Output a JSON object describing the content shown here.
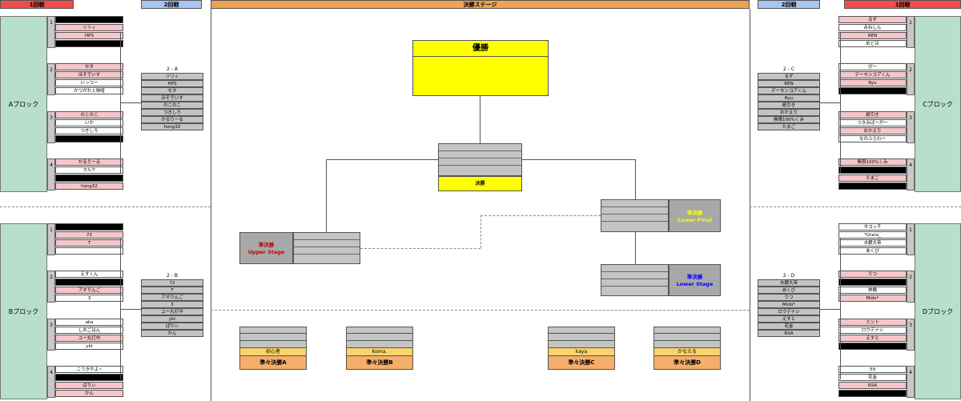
{
  "headers": {
    "left_r1": "1回戦",
    "left_r2": "2回戦",
    "final_stage": "決勝ステージ",
    "right_r2": "2回戦",
    "right_r1": "1回戦"
  },
  "blocks": {
    "A": "Aブロック",
    "B": "Bブロック",
    "C": "Cブロック",
    "D": "Dブロック"
  },
  "left_groups": [
    {
      "num": "1",
      "rows": [
        "",
        "ソリィ",
        "HPS",
        ""
      ]
    },
    {
      "num": "2",
      "rows": [
        "セタ",
        "ほそでいす",
        "いっつー",
        "かつがれぇ味噌"
      ]
    },
    {
      "num": "3",
      "rows": [
        "のこのこ",
        "いか",
        "つきしろ",
        ""
      ]
    },
    {
      "num": "4",
      "rows": [
        "かるりーる",
        "マルケ",
        "",
        "hong32"
      ]
    },
    {
      "num": "1",
      "rows": [
        "",
        "72",
        "T",
        ""
      ]
    },
    {
      "num": "2",
      "rows": [
        "えすくん",
        "",
        "アオりんご",
        "3"
      ]
    },
    {
      "num": "3",
      "rows": [
        "aka",
        "しおごはん",
        "ユー丸打中",
        "ykt"
      ]
    },
    {
      "num": "4",
      "rows": [
        "こうきやよ~",
        "",
        "ぱりぃ",
        "かん"
      ]
    }
  ],
  "right_groups": [
    {
      "num": "1",
      "rows": [
        "るず",
        "みねしん",
        "REN",
        "めどほ"
      ]
    },
    {
      "num": "2",
      "rows": [
        "ぴー",
        "デーモンコアくん",
        "Ryu",
        ""
      ]
    },
    {
      "num": "3",
      "rows": [
        "紙引き",
        "つきみばーがー",
        "おかえり",
        "なのふらわー"
      ]
    },
    {
      "num": "4",
      "rows": [
        "無限100%くみ",
        "",
        "たまご",
        ""
      ]
    },
    {
      "num": "1",
      "rows": [
        "タコッチ",
        "*Urara_",
        "水銀大帝",
        "あくび"
      ]
    },
    {
      "num": "2",
      "rows": [
        "りつ",
        "",
        "林檎",
        "Mido*"
      ]
    },
    {
      "num": "3",
      "rows": [
        "ミント",
        "ロウデナシ",
        "えすと",
        ""
      ]
    },
    {
      "num": "4",
      "rows": [
        "59",
        "花金",
        "RSA",
        ""
      ]
    }
  ],
  "round2": {
    "A": {
      "title": "2 - A",
      "rows": [
        "ソリィ",
        "HPS",
        "セタ",
        "ほそでいす",
        "のこのこ",
        "つきしろ",
        "かるりーる",
        "hong32"
      ]
    },
    "B": {
      "title": "2 - B",
      "rows": [
        "72",
        "T",
        "アオりんご",
        "3",
        "ユー丸打中",
        "ykt",
        "ぱりぃ",
        "かん"
      ]
    },
    "C": {
      "title": "2 - C",
      "rows": [
        "るず",
        "REN",
        "デーモンコアくん",
        "Ryu",
        "紙引き",
        "おかえり",
        "無限100%くみ",
        "たまご"
      ]
    },
    "D": {
      "title": "2 - D",
      "rows": [
        "水銀大帝",
        "あくび",
        "りつ",
        "Mido*",
        "ロウデナシ",
        "えすと",
        "花金",
        "RSA"
      ]
    }
  },
  "final": {
    "champion": "優勝",
    "grand_final": "決勝",
    "lower_final_line1": "準決勝",
    "lower_final_line2": "Lower Final",
    "upper_stage_line1": "準決勝",
    "upper_stage_line2": "Upper Stage",
    "lower_stage_line1": "準決勝",
    "lower_stage_line2": "Lower Stage"
  },
  "quarterfinals": [
    {
      "name": "初心者",
      "title": "準々決勝A"
    },
    {
      "name": "Koma.",
      "title": "準々決勝B"
    },
    {
      "name": "kaya",
      "title": "準々決勝C"
    },
    {
      "name": "かなえる",
      "title": "準々決勝D"
    }
  ],
  "colors": {
    "red_header": "#f24b4b",
    "blue_header": "#a9c5ef",
    "orange_header": "#f0a24f",
    "block_green": "#b7dfcc",
    "pink": "#f7c5ca",
    "gold": "#ffff00",
    "upper_red": "#c00000",
    "lower_blue": "#0000ff",
    "lower_final_yellow": "#ffff00"
  }
}
